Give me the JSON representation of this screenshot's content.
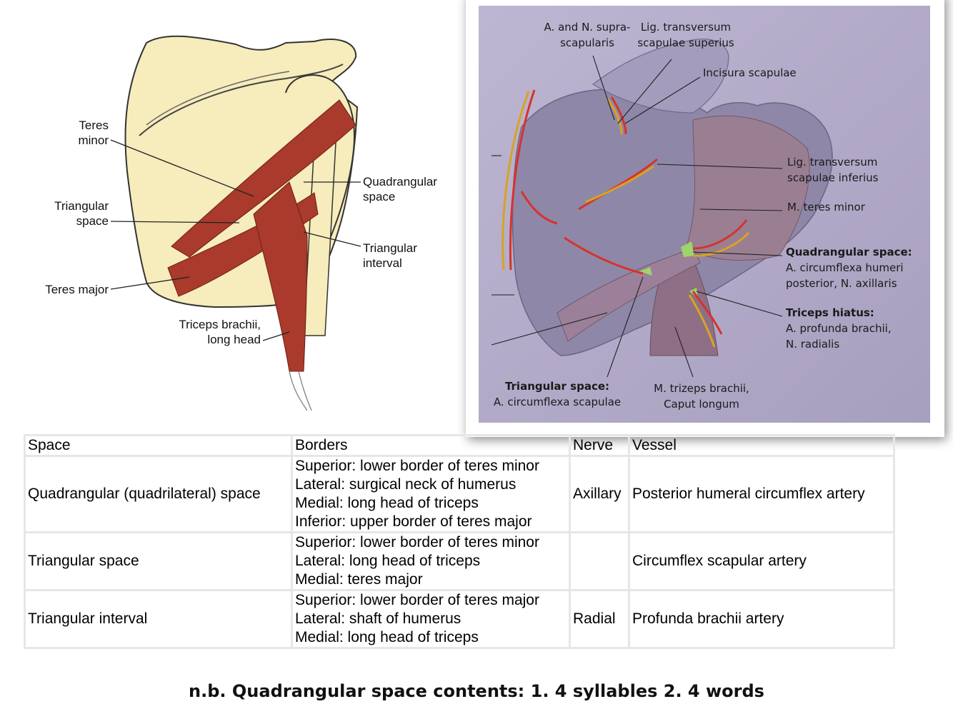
{
  "left_diagram": {
    "labels": {
      "teres_minor": "Teres\nminor",
      "triangular_space": "Triangular\nspace",
      "teres_major": "Teres major",
      "triceps": "Triceps brachii,\nlong head",
      "quadrangular_space": "Quadrangular\nspace",
      "triangular_interval": "Triangular\ninterval"
    }
  },
  "right_figure": {
    "labels": {
      "supra": "A. and N. supra-\nscapularis",
      "lig_superius": "Lig. transversum\nscapulae superius",
      "incisura": "Incisura scapulae",
      "lig_inferius": "Lig. transversum\nscapulae inferius",
      "teres_minor": "M. teres minor",
      "quad_title": "Quadrangular space:",
      "quad_body": "A. circumflexa humeri\nposterior, N. axillaris",
      "triceps_title": "Triceps hiatus:",
      "triceps_body": "A. profunda brachii,\nN. radialis",
      "tri_title": "Triangular space:",
      "tri_body": "A. circumflexa scapulae",
      "trizeps": "M. trizeps brachii,\nCaput longum"
    }
  },
  "table": {
    "headers": [
      "Space",
      "Borders",
      "Nerve",
      "Vessel"
    ],
    "rows": [
      {
        "space": "Quadrangular (quadrilateral) space",
        "borders": [
          "Superior: lower border of teres minor",
          "Lateral: surgical neck of humerus",
          "Medial: long head of triceps",
          "Inferior: upper border of teres major"
        ],
        "nerve": "Axillary",
        "vessel": "Posterior humeral circumflex artery"
      },
      {
        "space": "Triangular space",
        "borders": [
          "Superior: lower border of teres minor",
          "Lateral: long head of triceps",
          "Medial: teres major"
        ],
        "nerve": "",
        "vessel": "Circumflex scapular artery"
      },
      {
        "space": "Triangular interval",
        "borders": [
          "Superior: lower border of teres major",
          "Lateral: shaft of humerus",
          "Medial: long head of triceps"
        ],
        "nerve": "Radial",
        "vessel": "Profunda brachii artery"
      }
    ]
  },
  "footnote": "n.b. Quadrangular space contents: 1. 4 syllables 2. 4 words",
  "colors": {
    "bone": "#f6ecbc",
    "muscle": "#a93a2c",
    "photo_bg": "#b7b0cc",
    "artery": "#d6332b",
    "nerve": "#d9a321"
  }
}
